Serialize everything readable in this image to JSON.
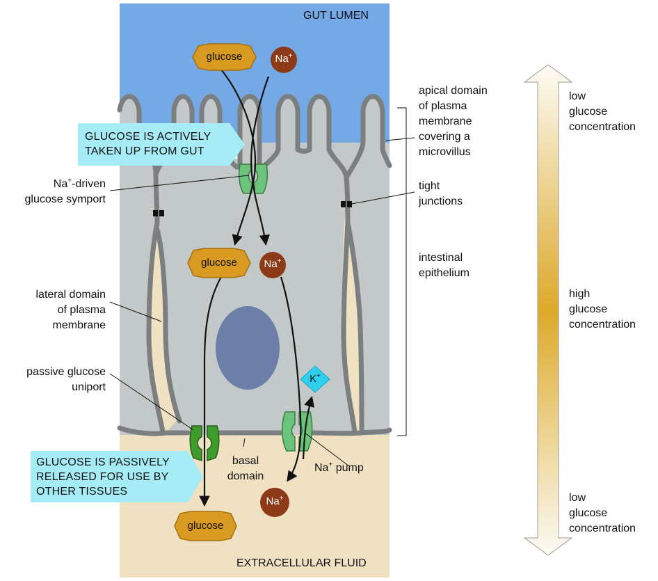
{
  "regions": {
    "top": "GUT LUMEN",
    "bottom": "EXTRACELLULAR FLUID"
  },
  "callouts": {
    "uptake": [
      "GLUCOSE IS ACTIVELY",
      "TAKEN UP FROM GUT"
    ],
    "release": [
      "GLUCOSE IS PASSIVELY",
      "RELEASED FOR USE BY",
      "OTHER TISSUES"
    ]
  },
  "molecules": {
    "glucose": "glucose",
    "na": "Na",
    "na_sup": "+",
    "k": "K",
    "k_sup": "+"
  },
  "labels": {
    "symport": {
      "line1_a": "Na",
      "line1_sup": "+",
      "line1_b": "-driven",
      "line2": "glucose symport"
    },
    "lateral": [
      "lateral domain",
      "of plasma",
      "membrane"
    ],
    "uniport": [
      "passive glucose",
      "uniport"
    ],
    "basal": [
      "basal",
      "domain"
    ],
    "pump": {
      "a": "Na",
      "sup": "+",
      "b": " pump"
    },
    "apical": [
      "apical domain",
      "of plasma",
      "membrane",
      "covering a",
      "microvillus"
    ],
    "tight": [
      "tight",
      "junctions"
    ],
    "epithelium": [
      "intestinal",
      "epithelium"
    ]
  },
  "gradient": {
    "top": [
      "low",
      "glucose",
      "concentration"
    ],
    "middle": [
      "high",
      "glucose",
      "concentration"
    ],
    "bottom": [
      "low",
      "glucose",
      "concentration"
    ]
  },
  "colors": {
    "lumen": "#74a9e6",
    "cell": "#c3c8c8",
    "fluid": "#efe1c2",
    "membrane": "#7c7f80",
    "glucose": "#d99a22",
    "sodium": "#8c3a18",
    "potassium": "#2fd0ee",
    "transporter": "#6cc47c",
    "uniporter": "#3f9c2c",
    "callout": "#a6ecf7",
    "nucleus": "#6d7fa8",
    "gradient_peak": "#dca92a"
  }
}
